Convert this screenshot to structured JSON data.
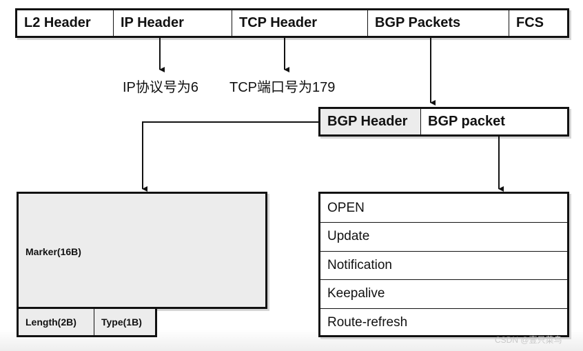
{
  "packet_headers": [
    "L2 Header",
    "IP Header",
    "TCP Header",
    "BGP Packets",
    "FCS"
  ],
  "ip_note": "IP协议号为6",
  "tcp_note": "TCP端口号为179",
  "bgp_split": {
    "header": "BGP Header",
    "packet": "BGP packet"
  },
  "bgp_header_fields": {
    "marker": "Marker(16B)",
    "length": "Length(2B)",
    "type": "Type(1B)"
  },
  "message_types": [
    "OPEN",
    "Update",
    "Notification",
    "Keepalive",
    "Route-refresh"
  ],
  "watermark": "CSDN @壹只菜鸟"
}
